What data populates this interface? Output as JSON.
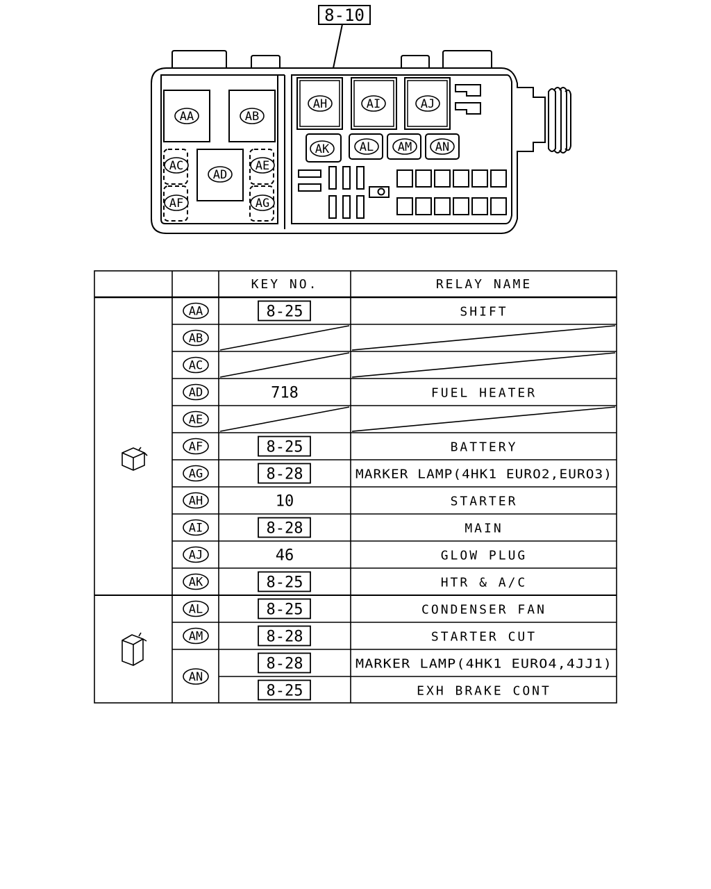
{
  "diagram": {
    "key_ref": "8-10",
    "labels": {
      "AA": "AA",
      "AB": "AB",
      "AC": "AC",
      "AD": "AD",
      "AE": "AE",
      "AF": "AF",
      "AG": "AG",
      "AH": "AH",
      "AI": "AI",
      "AJ": "AJ",
      "AK": "AK",
      "AL": "AL",
      "AM": "AM",
      "AN": "AN"
    }
  },
  "table": {
    "header": {
      "key_no": "KEY NO.",
      "relay_name": "RELAY NAME"
    },
    "groups": [
      {
        "icon": "relay-cube-icon"
      },
      {
        "icon": "relay-cylinder-icon"
      }
    ],
    "rows": [
      {
        "code": "AA",
        "key": "8-25",
        "key_boxed": true,
        "name": "SHIFT"
      },
      {
        "code": "AB",
        "key": "",
        "key_boxed": false,
        "name": "",
        "empty": true
      },
      {
        "code": "AC",
        "key": "",
        "key_boxed": false,
        "name": "",
        "empty": true
      },
      {
        "code": "AD",
        "key": "718",
        "key_boxed": false,
        "name": "FUEL HEATER"
      },
      {
        "code": "AE",
        "key": "",
        "key_boxed": false,
        "name": "",
        "empty": true
      },
      {
        "code": "AF",
        "key": "8-25",
        "key_boxed": true,
        "name": "BATTERY"
      },
      {
        "code": "AG",
        "key": "8-28",
        "key_boxed": true,
        "name": "MARKER LAMP(4HK1 EURO2,EURO3)"
      },
      {
        "code": "AH",
        "key": "10",
        "key_boxed": false,
        "name": "STARTER"
      },
      {
        "code": "AI",
        "key": "8-28",
        "key_boxed": true,
        "name": "MAIN"
      },
      {
        "code": "AJ",
        "key": "46",
        "key_boxed": false,
        "name": "GLOW PLUG"
      },
      {
        "code": "AK",
        "key": "8-25",
        "key_boxed": true,
        "name": "HTR & A/C"
      },
      {
        "code": "AL",
        "key": "8-25",
        "key_boxed": true,
        "name": "CONDENSER FAN"
      },
      {
        "code": "AM",
        "key": "8-28",
        "key_boxed": true,
        "name": "STARTER CUT"
      },
      {
        "code": "AN",
        "key": "8-28",
        "key_boxed": true,
        "name": "MARKER LAMP(4HK1 EURO4,4JJ1)"
      },
      {
        "code": "",
        "key": "8-25",
        "key_boxed": true,
        "name": "EXH BRAKE CONT"
      }
    ]
  }
}
